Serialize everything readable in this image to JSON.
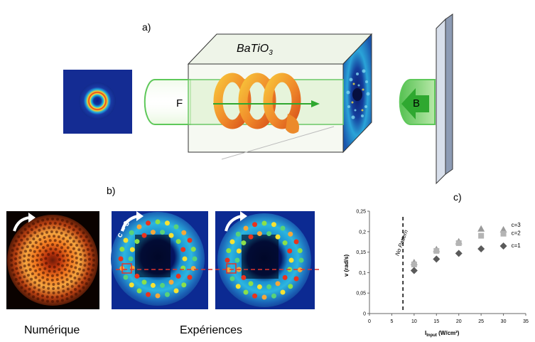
{
  "panels": {
    "a": "a)",
    "b": "b)",
    "c": "c)"
  },
  "setup": {
    "crystal_label_main": "BaTiO",
    "crystal_label_sub": "3",
    "forward_beam_label": "F",
    "backward_beam_label": "B"
  },
  "images": {
    "numeric_caption": "Numérique",
    "experiment_caption": "Expériences",
    "experiment_charge_label": "c = 3"
  },
  "colors": {
    "beam_outline": "#5ec85a",
    "arrow_green": "#2fa830",
    "mirror": "#b9c6dc",
    "marker_dark": "#5a5a5a",
    "marker_light": "#9a9a9a",
    "dashed_line": "#e0352b"
  },
  "chart_data": {
    "type": "scatter",
    "xlabel_main": "I",
    "xlabel_sub": "Input",
    "xlabel_unit": " (W/cm²)",
    "ylabel": "v (rad/s)",
    "xlim": [
      0,
      35
    ],
    "ylim": [
      0,
      0.25
    ],
    "x_ticks": [
      "0",
      "5",
      "10",
      "15",
      "20",
      "25",
      "30",
      "35"
    ],
    "y_ticks": [
      "0",
      "0,05",
      "0,1",
      "0,15",
      "0,2",
      "0,25"
    ],
    "threshold_x": 7.5,
    "threshold_label": "No Pattern",
    "series": [
      {
        "name": "c=3",
        "marker": "triangle",
        "x": [
          10,
          15,
          20,
          25,
          30
        ],
        "y": [
          0.125,
          0.157,
          0.176,
          0.207,
          0.205
        ]
      },
      {
        "name": "c=2",
        "marker": "square",
        "x": [
          10,
          15,
          20,
          25,
          30
        ],
        "y": [
          0.12,
          0.153,
          0.172,
          0.19,
          0.195
        ]
      },
      {
        "name": "c=1",
        "marker": "diamond",
        "x": [
          10,
          15,
          20,
          25,
          30
        ],
        "y": [
          0.105,
          0.133,
          0.147,
          0.158,
          0.165
        ]
      }
    ]
  }
}
